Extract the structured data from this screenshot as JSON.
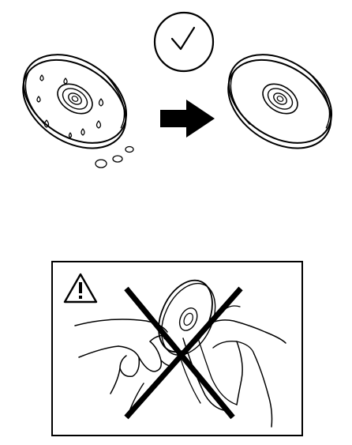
{
  "panels": {
    "top": {
      "status_icon": "check-circle-icon",
      "before": "disc-with-water-drops",
      "arrow": "arrow-right-icon",
      "after": "clean-disc"
    },
    "bottom": {
      "warning_icon": "warning-triangle-icon",
      "scene": "hands-wiping-disc-wrongly",
      "prohibited_mark": "cross-out-x"
    }
  },
  "colors": {
    "line": "#000000",
    "background": "#ffffff"
  }
}
